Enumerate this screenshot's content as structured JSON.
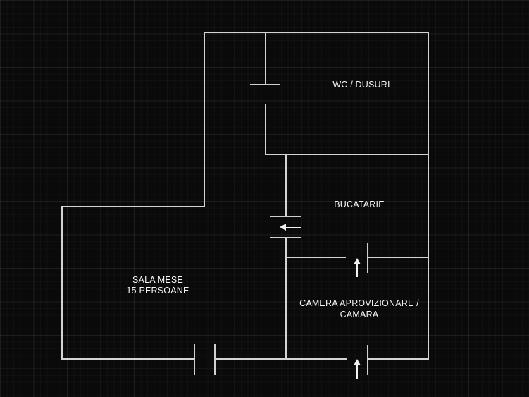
{
  "canvas": {
    "background_color": "#0a0a0a",
    "grid_minor_color": "#1e1e1e",
    "grid_major_color": "#2a2a2a",
    "wall_color": "#d4d4d4",
    "text_color": "#f5f5f5"
  },
  "rooms": {
    "wc_dusuri": {
      "label": "WC / DUSURI"
    },
    "bucatarie": {
      "label": "BUCATARIE"
    },
    "sala_mese": {
      "label_line1": "SALA MESE",
      "label_line2": "15 PERSOANE"
    },
    "camera_aprovizionare": {
      "label_line1": "CAMERA APROVIZIONARE /",
      "label_line2": "CAMARA"
    }
  },
  "doors": {
    "wc_door": "opening in WC left wall",
    "bucatarie_door": "opening in interior wall with left arrow",
    "camera_door": "opening between Bucatarie and Camera with up arrow",
    "entrance_right_door": "opening in bottom wall with up arrow",
    "entrance_left_door": "opening in bottom wall"
  },
  "icons": {
    "bucatarie_door_arrow": "left-arrow",
    "camera_door_arrow": "up-arrow",
    "entrance_door_arrow": "up-arrow"
  }
}
